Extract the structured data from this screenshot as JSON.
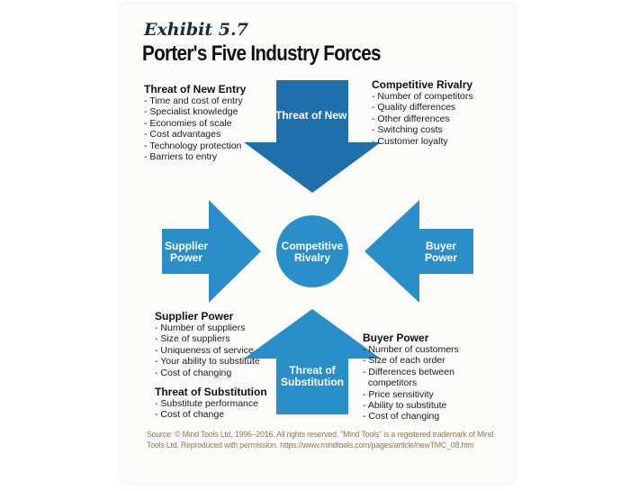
{
  "exhibit": "Exhibit 5.7",
  "title": "Porter's Five Industry Forces",
  "arrows": {
    "top": "Threat of New Entry",
    "left": "Supplier Power",
    "right": "Buyer Power",
    "bottom": "Threat of Substitution",
    "center": "Competitive Rivalry"
  },
  "threat_new_entry": {
    "heading": "Threat of New Entry",
    "items": [
      "- Time and cost of entry",
      "- Specialist knowledge",
      "- Economies of scale",
      "- Cost advantages",
      "- Technology protection",
      "- Barriers to entry"
    ]
  },
  "competitive_rivalry": {
    "heading": "Competitive Rivalry",
    "items": [
      "- Number of competitors",
      "- Quality differences",
      "- Other differences",
      "- Switching costs",
      "- Customer loyalty"
    ]
  },
  "supplier_power": {
    "heading": "Supplier Power",
    "items": [
      "- Number of suppliers",
      "- Size of suppliers",
      "- Uniqueness of service",
      "- Your ability to substitute",
      "- Cost of changing"
    ]
  },
  "threat_substitution": {
    "heading": "Threat of Substitution",
    "items": [
      "- Substitute performance",
      "- Cost of change"
    ]
  },
  "buyer_power": {
    "heading": "Buyer Power",
    "items": [
      "- Number of customers",
      "- Size of each order",
      "- Differences between",
      "  competitors",
      "- Price sensitivity",
      "- Ability to substitute",
      "- Cost of changing"
    ]
  },
  "source": "Source: © Mind Tools Ltd, 1996–2016. All rights reserved. \"Mind Tools\" is a registered trademark of Mind Tools Ltd. Reproduced with permission. https://www.mindtools.com/pages/article/newTMC_08.htm",
  "colors": {
    "dark_blue": "#1f6fab",
    "light_blue": "#2a8fc9"
  }
}
